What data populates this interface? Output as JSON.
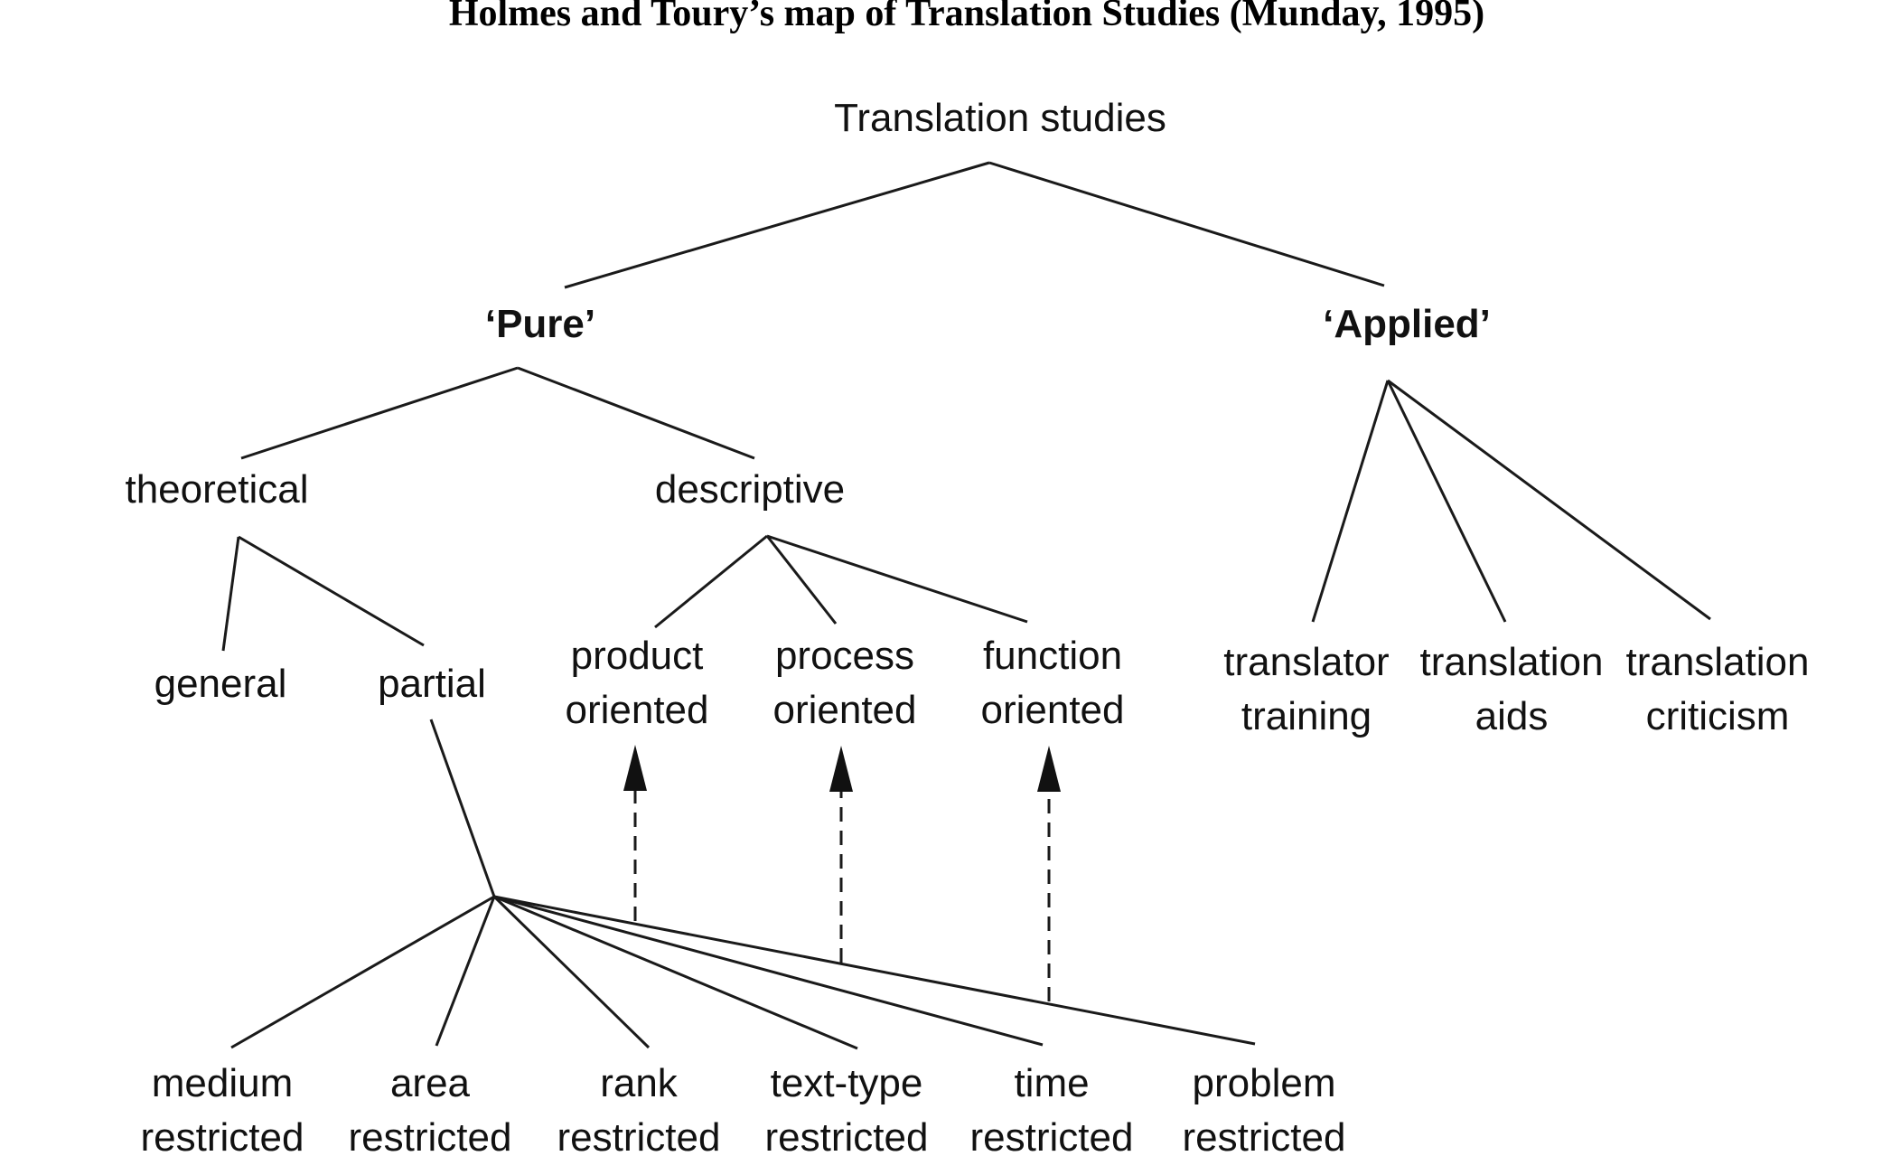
{
  "title": "Holmes and Toury’s map of Translation Studies (Munday, 1995)",
  "nodes": {
    "root": "Translation studies",
    "pure": "‘Pure’",
    "applied": "‘Applied’",
    "theoretical": "theoretical",
    "descriptive": "descriptive",
    "general": "general",
    "partial": "partial",
    "product": [
      "product",
      "oriented"
    ],
    "process": [
      "process",
      "oriented"
    ],
    "function": [
      "function",
      "oriented"
    ],
    "translator_training": [
      "translator",
      "training"
    ],
    "translation_aids": [
      "translation",
      "aids"
    ],
    "translation_criticism": [
      "translation",
      "criticism"
    ],
    "medium": [
      "medium",
      "restricted"
    ],
    "area": [
      "area",
      "restricted"
    ],
    "rank": [
      "rank",
      "restricted"
    ],
    "text_type": [
      "text-type",
      "restricted"
    ],
    "time": [
      "time",
      "restricted"
    ],
    "problem": [
      "problem",
      "restricted"
    ]
  }
}
